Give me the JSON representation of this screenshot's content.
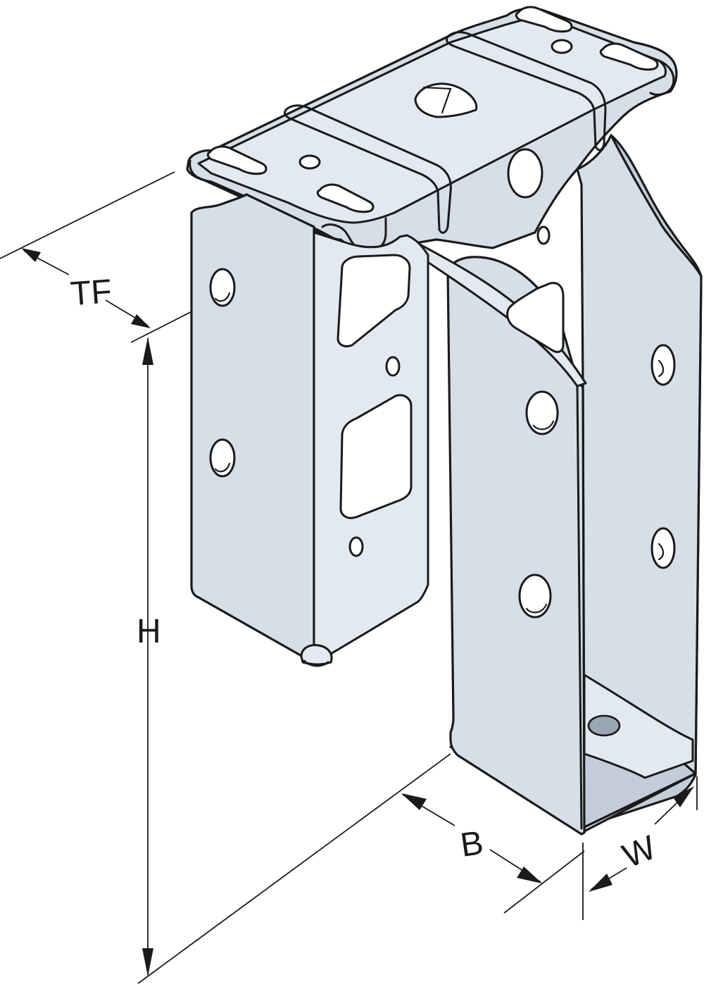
{
  "diagram": {
    "dimension_labels": {
      "tf": "TF",
      "h": "H",
      "b": "B",
      "w": "W"
    },
    "colors": {
      "steel": "#d6dee8",
      "outline": "#1a1a1a",
      "background": "#ffffff"
    }
  }
}
